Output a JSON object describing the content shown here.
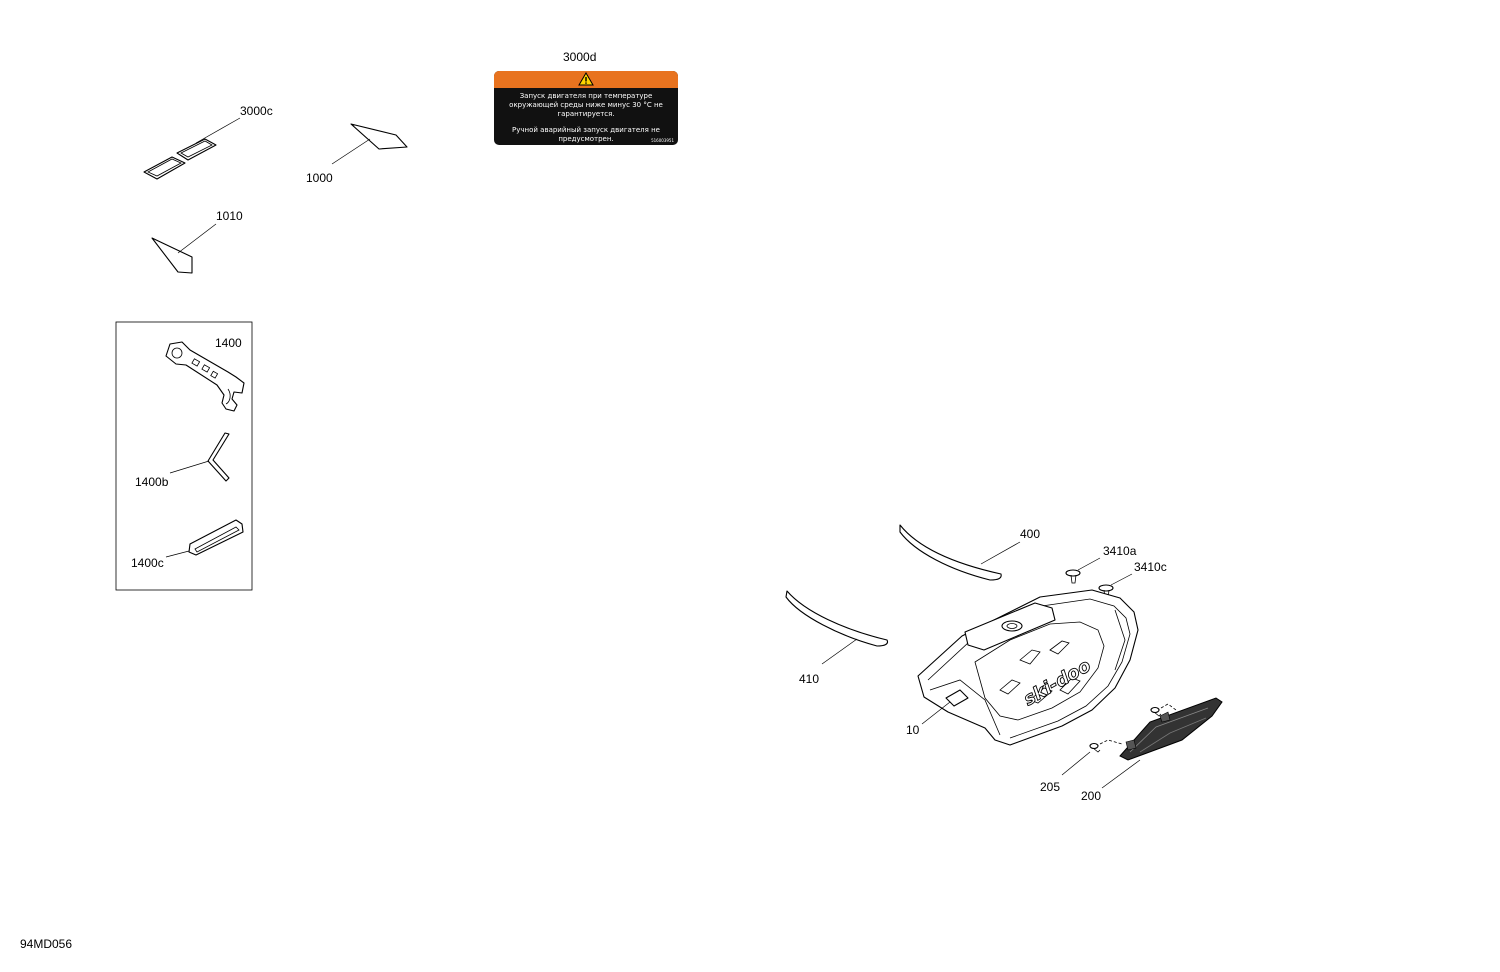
{
  "diagram_code": "94MD056",
  "callouts": {
    "c3000d": "3000d",
    "c3000c": "3000c",
    "c1000": "1000",
    "c1010": "1010",
    "c1400": "1400",
    "c1400b": "1400b",
    "c1400c": "1400c",
    "c400": "400",
    "c410": "410",
    "c3410a": "3410a",
    "c3410c": "3410c",
    "c10": "10",
    "c205": "205",
    "c200": "200"
  },
  "warning_label": {
    "line1": "Запуск двигателя при температуре окружающей среды ниже минус 30 °С не гарантируется.",
    "line2": "Ручной аварийный запуск двигателя не предусмотрен.",
    "code": "516003951"
  },
  "colors": {
    "label_header": "#e8731f",
    "label_body": "#111111",
    "line": "#000000"
  },
  "brand_mark": "ski-doo"
}
